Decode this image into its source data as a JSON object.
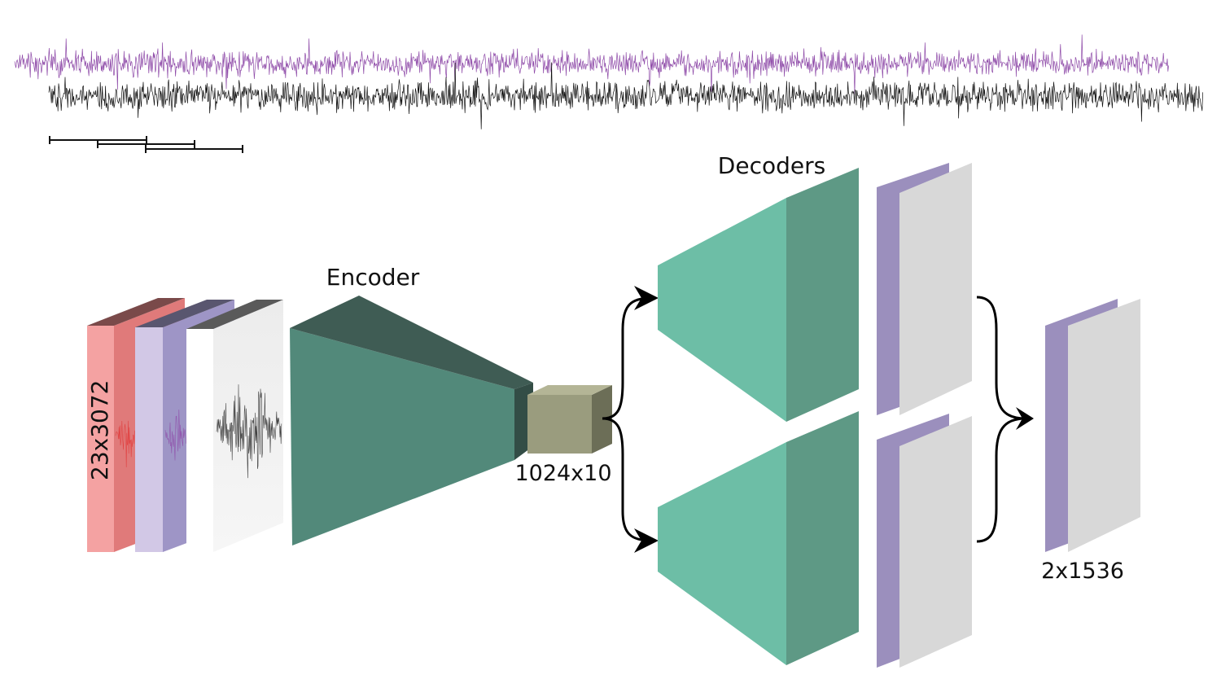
{
  "labels": {
    "input_shape": "23x3072",
    "encoder": "Encoder",
    "latent_shape": "1024x10",
    "decoders": "Decoders",
    "output_shape": "2x1536"
  },
  "colors": {
    "red_signal": "#e03a3a",
    "purple_signal": "#8e4aa8",
    "black_signal": "#111111",
    "encoder": "#52897a",
    "encoder_top": "#3f5c54",
    "decoder_front": "#6dbea6",
    "decoder_side": "#5e9985",
    "latent": "#9a9c7e",
    "output_purple": "#9b8fbd",
    "output_gray": "#d8d8d8"
  }
}
